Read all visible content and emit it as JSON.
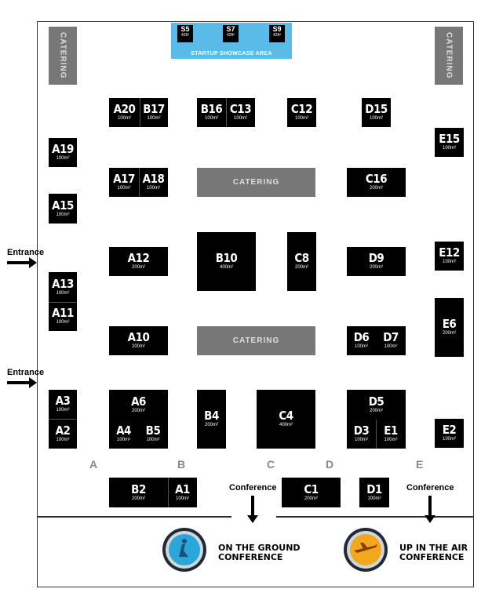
{
  "startup": {
    "stands": [
      {
        "code": "S5",
        "size": "42ft²"
      },
      {
        "code": "S7",
        "size": "42ft²"
      },
      {
        "code": "S9",
        "size": "42ft²"
      }
    ],
    "caption": "STARTUP SHOWCASE AREA"
  },
  "catering_label": "CATERING",
  "entrance_label": "Entrance",
  "conference_label": "Conference",
  "columns": [
    "A",
    "B",
    "C",
    "D",
    "E"
  ],
  "conferences": {
    "ground": {
      "line1": "ON THE GROUND",
      "line2": "CONFERENCE",
      "badge_text": "ON THE GROUND",
      "color": "#2aa7d9"
    },
    "air": {
      "line1": "UP IN THE AIR",
      "line2": "CONFERENCE",
      "badge_text": "UP IN THE AIR",
      "color": "#f2a81d"
    }
  },
  "booths": {
    "A20": {
      "code": "A20",
      "size": "100m²"
    },
    "B17": {
      "code": "B17",
      "size": "100m²"
    },
    "B16": {
      "code": "B16",
      "size": "100m²"
    },
    "C13": {
      "code": "C13",
      "size": "100m²"
    },
    "C12": {
      "code": "C12",
      "size": "100m²"
    },
    "D15": {
      "code": "D15",
      "size": "100m²"
    },
    "A19": {
      "code": "A19",
      "size": "100m²"
    },
    "E15": {
      "code": "E15",
      "size": "100m²"
    },
    "A17": {
      "code": "A17",
      "size": "100m²"
    },
    "A18": {
      "code": "A18",
      "size": "100m²"
    },
    "C16": {
      "code": "C16",
      "size": "200m²"
    },
    "A15": {
      "code": "A15",
      "size": "100m²"
    },
    "A12": {
      "code": "A12",
      "size": "200m²"
    },
    "B10": {
      "code": "B10",
      "size": "400m²"
    },
    "C8": {
      "code": "C8",
      "size": "200m²"
    },
    "D9": {
      "code": "D9",
      "size": "200m²"
    },
    "E12": {
      "code": "E12",
      "size": "100m²"
    },
    "A13": {
      "code": "A13",
      "size": "100m²"
    },
    "A11": {
      "code": "A11",
      "size": "100m²"
    },
    "E6": {
      "code": "E6",
      "size": "200m²"
    },
    "A10": {
      "code": "A10",
      "size": "200m²"
    },
    "D6": {
      "code": "D6",
      "size": "100m²"
    },
    "D7": {
      "code": "D7",
      "size": "100m²"
    },
    "A3": {
      "code": "A3",
      "size": "100m²"
    },
    "A6": {
      "code": "A6",
      "size": "200m²"
    },
    "B4": {
      "code": "B4",
      "size": "200m²"
    },
    "C4": {
      "code": "C4",
      "size": "400m²"
    },
    "D5": {
      "code": "D5",
      "size": "200m²"
    },
    "A2": {
      "code": "A2",
      "size": "100m²"
    },
    "A4": {
      "code": "A4",
      "size": "100m²"
    },
    "B5": {
      "code": "B5",
      "size": "100m²"
    },
    "D3": {
      "code": "D3",
      "size": "100m²"
    },
    "E1": {
      "code": "E1",
      "size": "100m²"
    },
    "E2": {
      "code": "E2",
      "size": "100m²"
    },
    "B2": {
      "code": "B2",
      "size": "200m²"
    },
    "A1": {
      "code": "A1",
      "size": "100m²"
    },
    "C1": {
      "code": "C1",
      "size": "200m²"
    },
    "D1": {
      "code": "D1",
      "size": "100m²"
    }
  }
}
